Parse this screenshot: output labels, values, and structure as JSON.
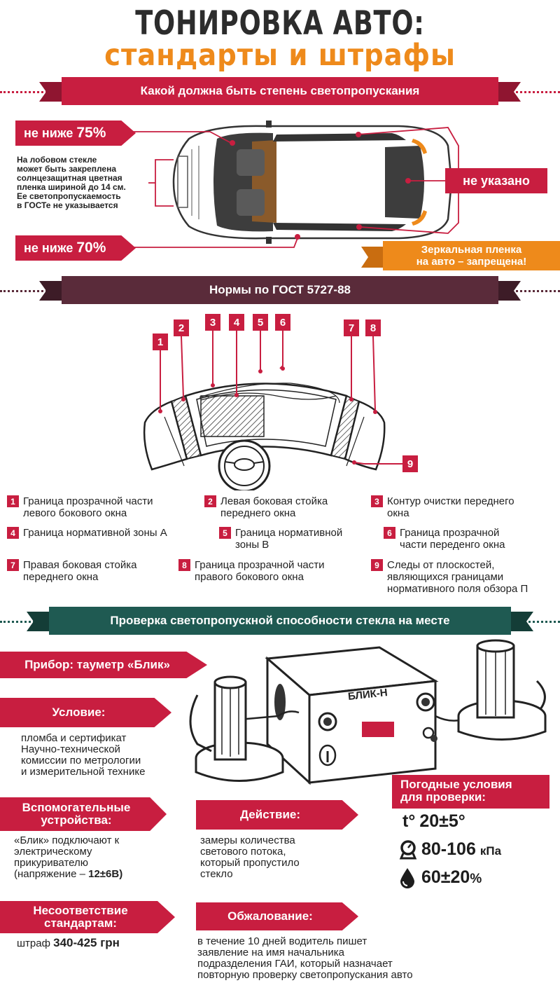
{
  "header": {
    "title": "ТОНИРОВКА АВТО:",
    "subtitle": "стандарты и штрафы"
  },
  "section1": {
    "title": "Какой должна быть степень светопропускания",
    "front_windshield": "не ниже 75%",
    "front_windshield_prefix": "не ниже ",
    "front_windshield_value": "75%",
    "front_side": "не ниже 70%",
    "front_side_prefix": "не ниже ",
    "front_side_value": "70%",
    "rear": "не указано",
    "note": "На лобовом стекле может быть закреплена солнцезащитная цветная пленка шириной до 14 см. Ее светопропускаемость в ГОСТе не указывается",
    "note_lines": [
      "На лобовом стекле",
      "может быть закреплена",
      "солнцезащитная цветная",
      "пленка шириной до 14 см.",
      "Ее светопропускаемость",
      "в ГОСТе не указывается"
    ],
    "mirror_line1": "Зеркальная пленка",
    "mirror_line2": "на авто – запрещена!"
  },
  "section2": {
    "title": "Нормы по ГОСТ 5727-88",
    "diagram_numbers": [
      "1",
      "2",
      "3",
      "4",
      "5",
      "6",
      "7",
      "8",
      "9"
    ],
    "legend": [
      {
        "num": "1",
        "line1": "Граница прозрачной части",
        "line2": "левого бокового окна"
      },
      {
        "num": "2",
        "line1": "Левая боковая стойка",
        "line2": "переднего окна"
      },
      {
        "num": "3",
        "line1": "Контур очистки переднего",
        "line2": "окна"
      },
      {
        "num": "4",
        "line1": "Граница нормативной зоны А",
        "line2": ""
      },
      {
        "num": "5",
        "line1": "Граница нормативной",
        "line2": "зоны В"
      },
      {
        "num": "6",
        "line1": "Граница прозрачной",
        "line2": "части переденго окна"
      },
      {
        "num": "7",
        "line1": "Правая боковая стойка",
        "line2": "переднего окна"
      },
      {
        "num": "8",
        "line1": "Граница прозрачной части",
        "line2": "правого бокового окна"
      },
      {
        "num": "9",
        "line1": "Следы от плоскостей,",
        "line2": "являющихся границами",
        "line3": "нормативного поля обзора П"
      }
    ]
  },
  "section3": {
    "title": "Проверка светопропускной способности стекла на месте",
    "device_label": "Прибор: тауметр «Блик»",
    "device_name": "БЛИК-Н",
    "condition_label": "Условие:",
    "condition_lines": [
      "пломба и сертификат",
      "Научно-технической",
      "комиссии по метрологии",
      "и измерительной технике"
    ],
    "aux_label_line1": "Вспомогательные",
    "aux_label_line2": "устройства:",
    "aux_lines": [
      "«Блик» подключают к",
      "электрическому",
      "прикуривателю"
    ],
    "aux_voltage_prefix": "(напряжение – ",
    "aux_voltage_value": "12±6В)",
    "action_label": "Действие:",
    "action_lines": [
      "замеры количества",
      "светового потока,",
      "который пропустило",
      "стекло"
    ],
    "weather_label_line1": "Погодные условия",
    "weather_label_line2": "для проверки:",
    "temp_symbol": "t°",
    "temp_value": "20±5°",
    "pressure_value": "80-106",
    "pressure_unit": "кПа",
    "humidity_value": "60±20",
    "humidity_unit": "%",
    "mismatch_label_line1": "Несоответствие",
    "mismatch_label_line2": "стандартам:",
    "fine_prefix": "штраф ",
    "fine_value": "340-425 грн",
    "appeal_label": "Обжалование:",
    "appeal_lines": [
      "в течение 10 дней водитель пишет",
      "заявление на имя начальника",
      "подразделения ГАИ, который назначает",
      "повторную проверку светопропускания авто"
    ]
  },
  "colors": {
    "red": "#c81e40",
    "dark_maroon": "#5a2b3a",
    "teal": "#1f5a52",
    "orange": "#ee8a1b",
    "text": "#1d1d1d"
  },
  "icons": [
    "car-top-view-icon",
    "windshield-diagram-icon",
    "steering-wheel-icon",
    "tint-meter-device-icon",
    "temperature-icon",
    "pressure-gauge-icon",
    "humidity-drop-icon"
  ]
}
